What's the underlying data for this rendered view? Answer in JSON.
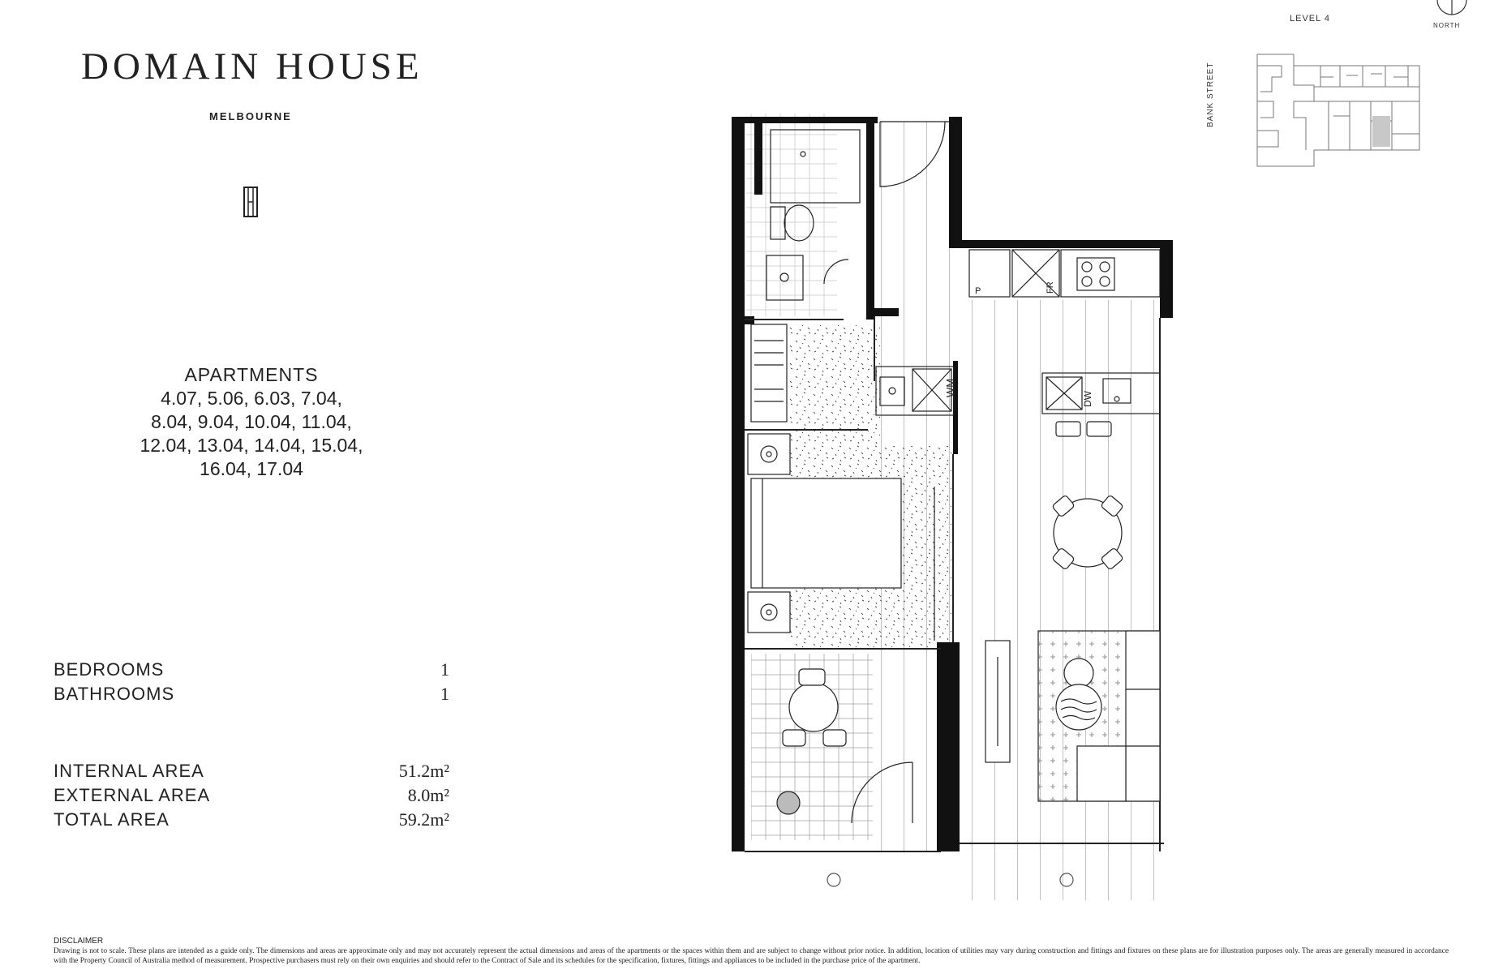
{
  "brand": {
    "name": "DOMAIN HOUSE",
    "city": "MELBOURNE"
  },
  "apartments": {
    "heading": "APARTMENTS",
    "lines": [
      "4.07, 5.06, 6.03, 7.04,",
      "8.04, 9.04, 10.04, 11.04,",
      "12.04, 13.04, 14.04, 15.04,",
      "16.04, 17.04"
    ]
  },
  "rooms": {
    "bedrooms": {
      "label": "BEDROOMS",
      "value": "1"
    },
    "bathrooms": {
      "label": "BATHROOMS",
      "value": "1"
    }
  },
  "areas": {
    "internal": {
      "label": "INTERNAL AREA",
      "value": "51.2m²"
    },
    "external": {
      "label": "EXTERNAL AREA",
      "value": "8.0m²"
    },
    "total": {
      "label": "TOTAL AREA",
      "value": "59.2m²"
    }
  },
  "keyplan": {
    "level": "LEVEL 4",
    "north": "NORTH",
    "street": "BANK STREET"
  },
  "plan_labels": {
    "pantry": "P",
    "fridge": "FR",
    "washer": "WM",
    "dishwasher": "DW"
  },
  "disclaimer": {
    "heading": "DISCLAIMER",
    "text": "Drawing is not to scale. These plans are intended as a guide only. The dimensions and areas are approximate only and may not accurately represent the actual dimensions and areas of the apartments or the spaces within them and are subject to change without prior notice. In addition, location of utilities may vary during construction and fittings and fixtures on these plans are for illustration purposes only. The areas are generally measured in accordance with the Property Council of Australia method of measurement. Prospective purchasers must rely on their own enquiries and should refer to the Contract of Sale and its schedules for the specification, fixtures, fittings and appliances to be included in the purchase price of the apartment."
  },
  "colors": {
    "ink": "#1a1a1a",
    "wall": "#111111",
    "highlight": "#c8c8c8"
  }
}
